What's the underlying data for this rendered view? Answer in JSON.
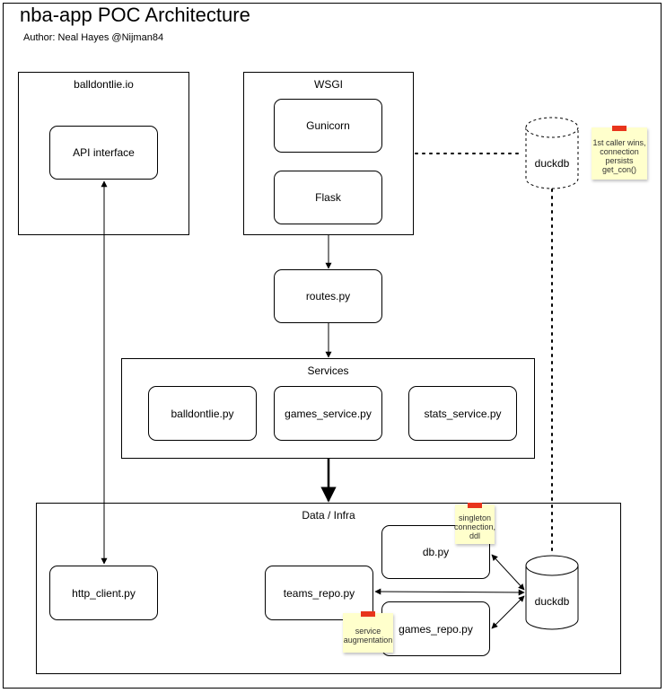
{
  "header": {
    "title": "nba-app POC Architecture",
    "author": "Author: Neal Hayes @Nijman84"
  },
  "balldontlie": {
    "title": "balldontlie.io",
    "api": "API interface"
  },
  "wsgi": {
    "title": "WSGI",
    "gunicorn": "Gunicorn",
    "flask": "Flask"
  },
  "routes": "routes.py",
  "services": {
    "title": "Services",
    "items": [
      "balldontlie.py",
      "games_service.py",
      "stats_service.py"
    ]
  },
  "infra": {
    "title": "Data / Infra",
    "http_client": "http_client.py",
    "db": "db.py",
    "teams_repo": "teams_repo.py",
    "games_repo": "games_repo.py",
    "duckdb": "duckdb"
  },
  "duckdb_top": "duckdb",
  "notes": {
    "caller": "1st caller wins, connection persists get_con()",
    "singleton": "singleton connection, ddl",
    "augmentation": "service augmentation"
  },
  "colors": {
    "note_bg": "#ffffcc",
    "note_pin": "#e8341c",
    "stroke": "#000000"
  }
}
